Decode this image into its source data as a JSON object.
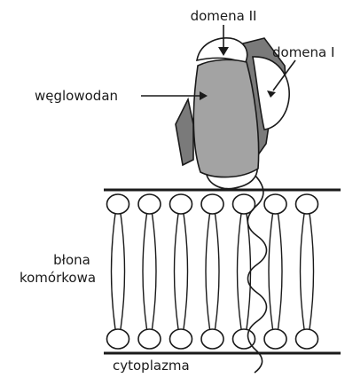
{
  "labels": {
    "domain_2": "domena II",
    "domain_1": "domena I",
    "carbohydrate": "węglowodan",
    "membrane_line1": "błona",
    "membrane_line2": "komórkowa",
    "cytoplasm": "cytoplazma"
  },
  "membrane": {
    "lipid_pair_count": 7
  },
  "colors": {
    "protein_body": "#a3a3a3",
    "protein_wing": "#7a7a7a",
    "outline": "#1a1a1a"
  }
}
